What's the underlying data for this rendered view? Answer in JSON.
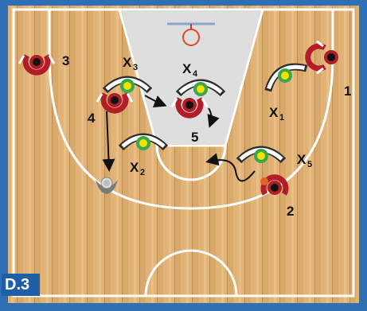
{
  "figure_label": "D.3",
  "colors": {
    "frame": "#2f6fb6",
    "court_light": "#e3b77a",
    "court_dark": "#c99356",
    "paint": "#dcdcdc",
    "line": "#ffffff",
    "attacker": "#b11e2a",
    "defender": "#3aa84a",
    "ball_player": "#f2e200"
  },
  "players": {
    "offense": [
      {
        "id": "1",
        "label": "1"
      },
      {
        "id": "2",
        "label": "2"
      },
      {
        "id": "3",
        "label": "3"
      },
      {
        "id": "4",
        "label": "4"
      },
      {
        "id": "5",
        "label": "5"
      }
    ],
    "defense": [
      {
        "id": "x1",
        "label": "X",
        "sub": "1"
      },
      {
        "id": "x2",
        "label": "X",
        "sub": "2"
      },
      {
        "id": "x3",
        "label": "X",
        "sub": "3"
      },
      {
        "id": "x4",
        "label": "X",
        "sub": "4"
      },
      {
        "id": "x5",
        "label": "X",
        "sub": "5"
      }
    ]
  }
}
